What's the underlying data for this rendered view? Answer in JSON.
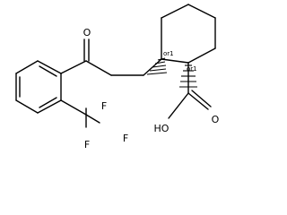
{
  "molecule": {
    "atoms": {
      "o_ketone": "O",
      "f_top": "F",
      "f_right": "F",
      "f_bottom": "F",
      "acid_oh": "HO",
      "acid_o": "O"
    },
    "stereo_labels": {
      "c1": "or1",
      "c2": "or1"
    },
    "colors": {
      "ink": "#000000",
      "background": "#ffffff"
    }
  }
}
